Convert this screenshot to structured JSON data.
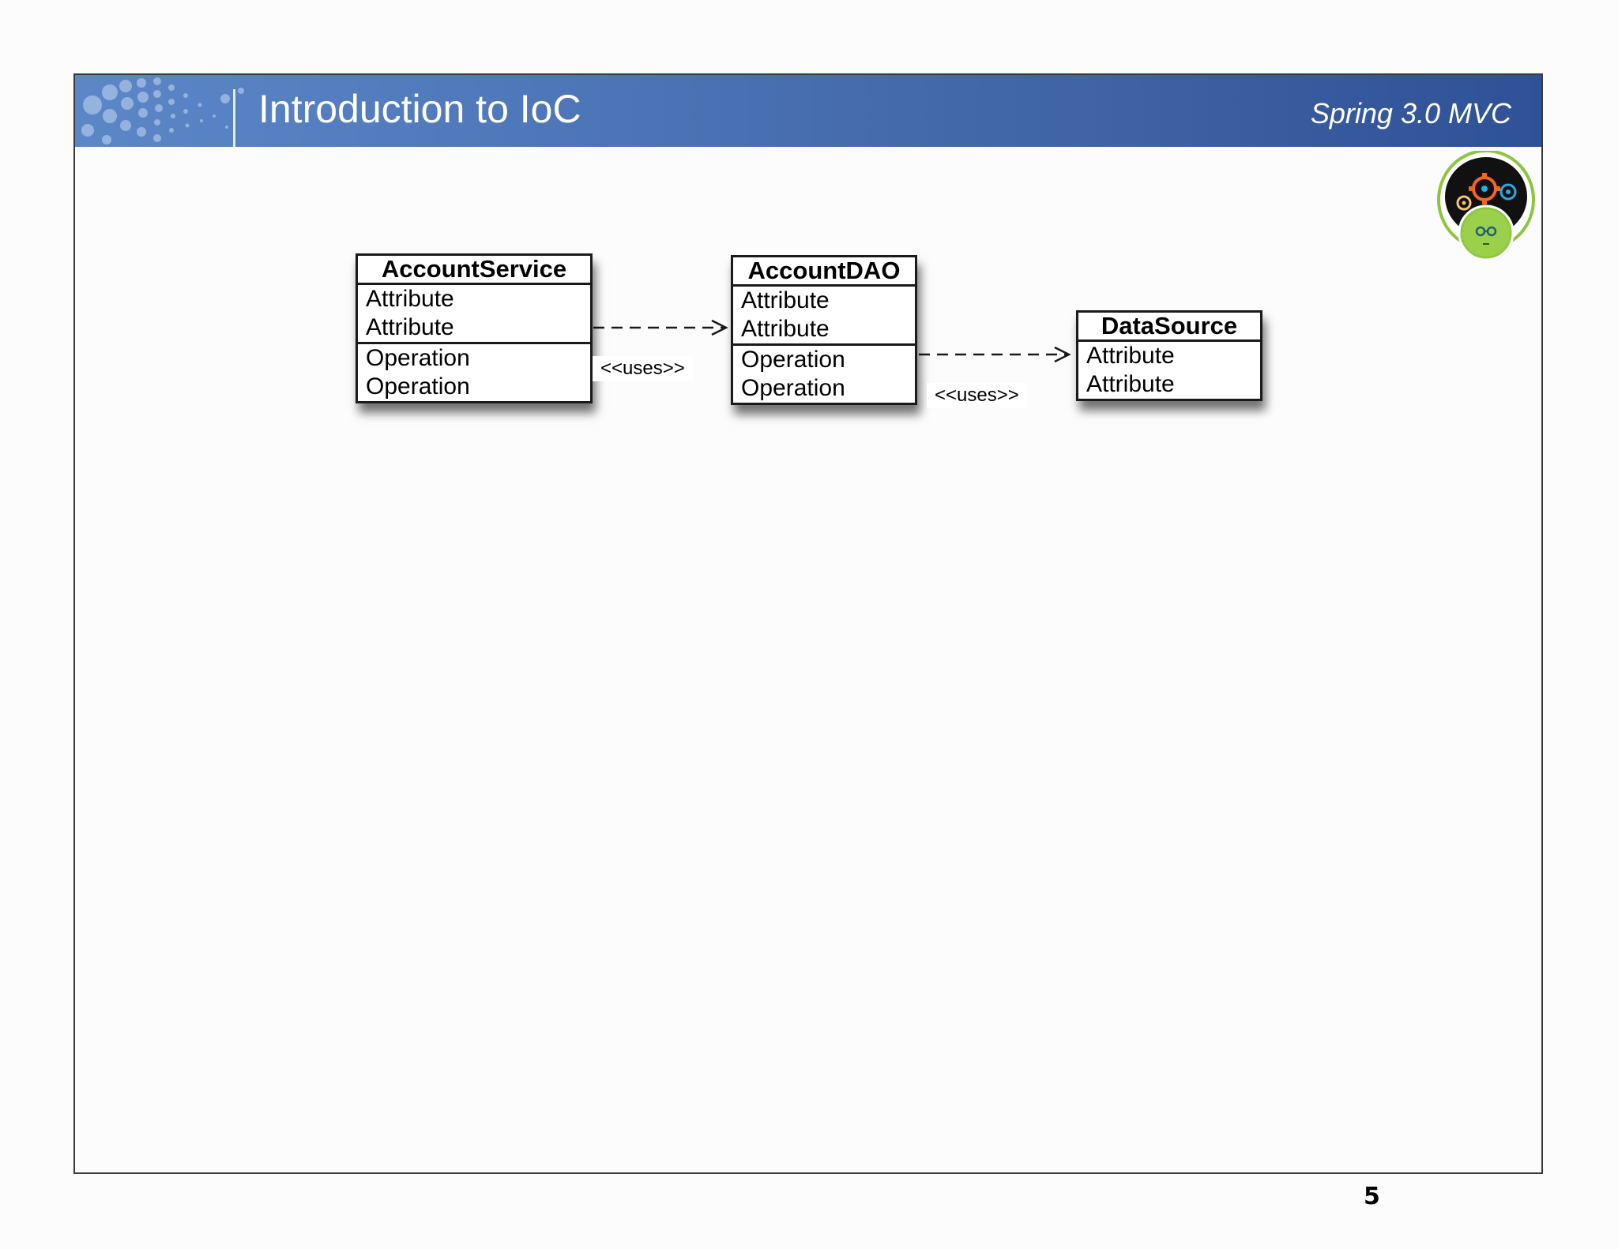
{
  "header": {
    "title": "Introduction to IoC",
    "subtitle": "Spring 3.0 MVC"
  },
  "diagram": {
    "classes": [
      {
        "name": "AccountService",
        "attributes": [
          "Attribute",
          "Attribute"
        ],
        "operations": [
          "Operation",
          "Operation"
        ]
      },
      {
        "name": "AccountDAO",
        "attributes": [
          "Attribute",
          "Attribute"
        ],
        "operations": [
          "Operation",
          "Operation"
        ]
      },
      {
        "name": "DataSource",
        "attributes": [
          "Attribute",
          "Attribute"
        ],
        "operations": []
      }
    ],
    "relations": [
      {
        "from": "AccountService",
        "to": "AccountDAO",
        "label": "<<uses>>"
      },
      {
        "from": "AccountDAO",
        "to": "DataSource",
        "label": "<<uses>>"
      }
    ]
  },
  "footer": {
    "page_number": "5"
  },
  "icons": {
    "header_decoration": "dot-pattern-icon",
    "logo": "gear-head-mascot-icon"
  },
  "colors": {
    "header_start": "#5c87c7",
    "header_end": "#2f5197",
    "logo_green": "#8cc63f",
    "gear_orange": "#f26522",
    "gear_blue": "#29abe2"
  }
}
